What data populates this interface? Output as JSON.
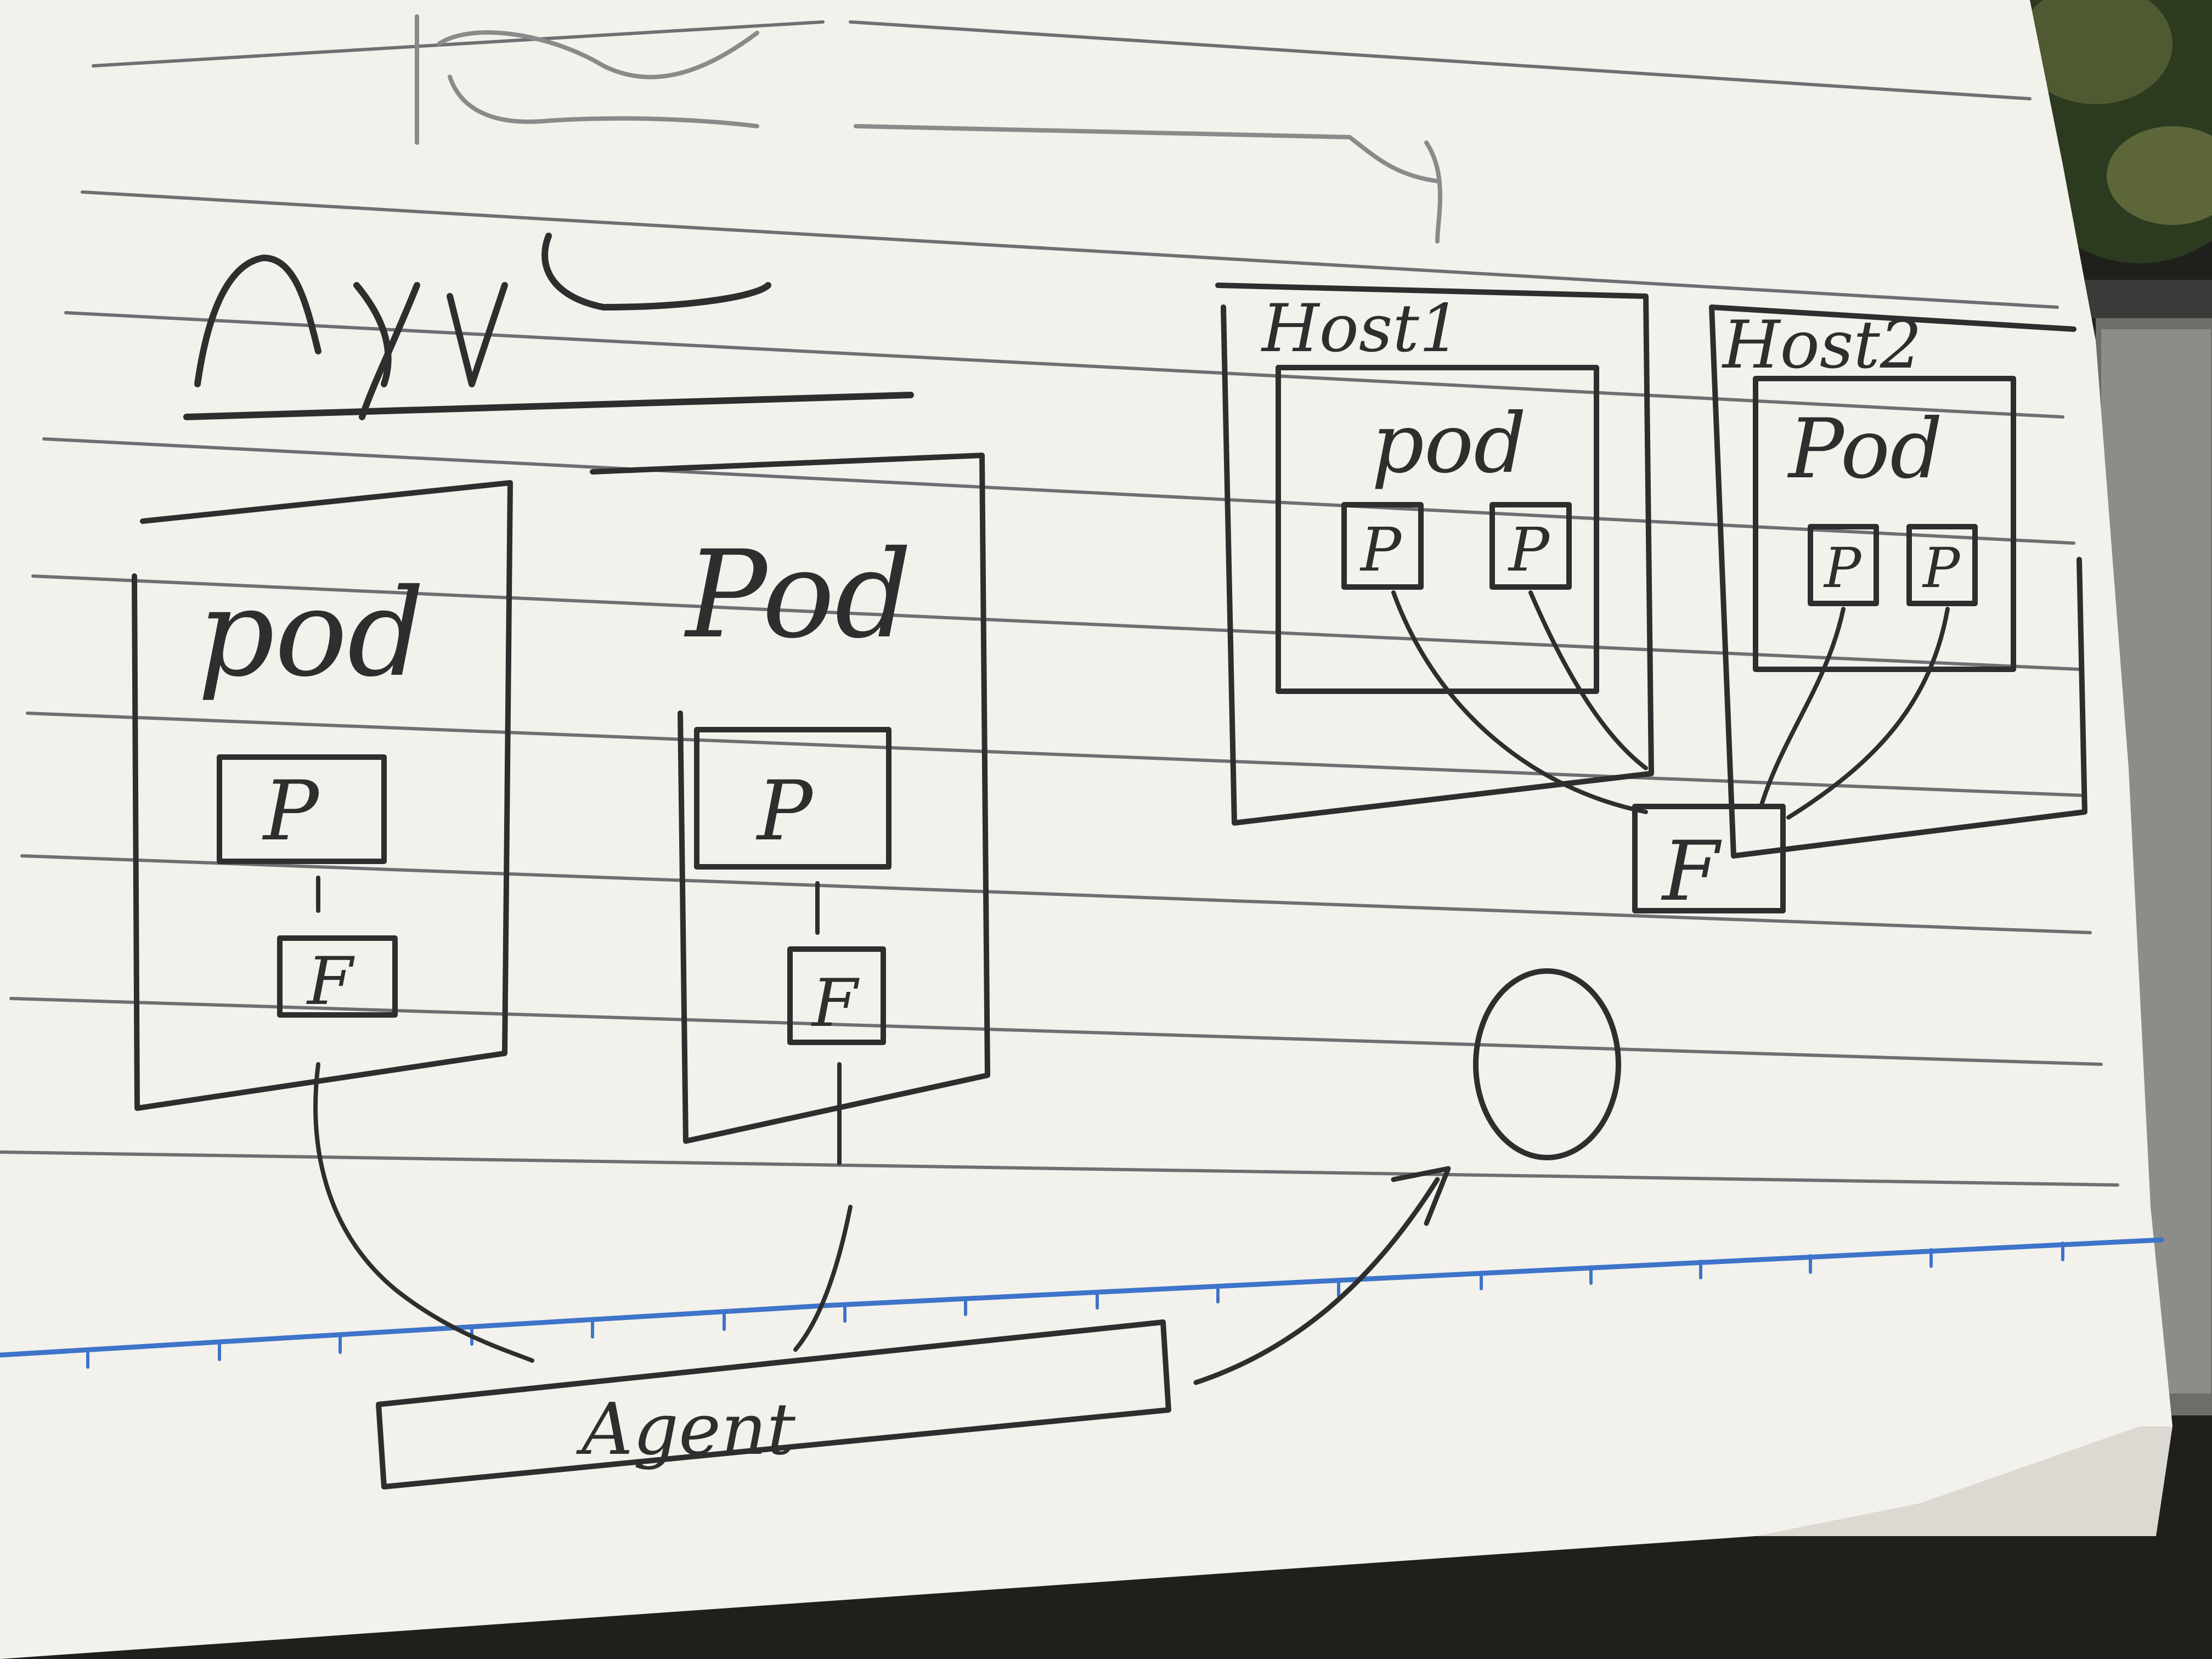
{
  "colors": {
    "paper": "#f3f1ec",
    "paper_shadow": "#dcd9d2",
    "background": "#1f201b",
    "ink": "#2e2e2e",
    "faint_ink": "#8a8a8a",
    "rule": "#55585c",
    "blue_rule": "#3e74c9"
  },
  "diagram": {
    "scribble_top": "nyv-l",
    "left_pod_1": {
      "label": "pod",
      "process": "P",
      "forwarder": "F"
    },
    "left_pod_2": {
      "label": "Pod",
      "process": "P",
      "forwarder": "F"
    },
    "host1": {
      "label": "Host1",
      "pod_label": "pod",
      "processes": [
        "P",
        "P"
      ]
    },
    "host2": {
      "label": "Host2",
      "pod_label": "Pod",
      "processes": [
        "P",
        "P"
      ]
    },
    "shared_forwarder": "F",
    "agent": "Agent",
    "target_circle": "destination-circle"
  }
}
